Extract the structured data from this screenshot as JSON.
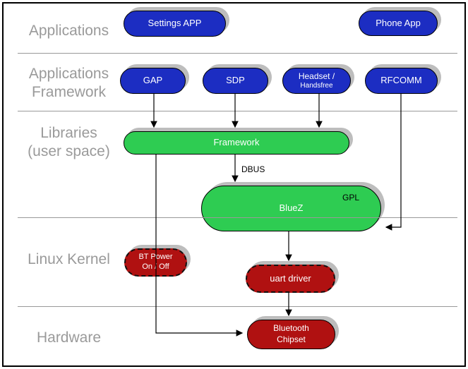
{
  "diagram": {
    "title": "Bluetooth software stack layer diagram",
    "layers": [
      {
        "name": "applications",
        "lines": [
          "Applications"
        ]
      },
      {
        "name": "applications-framework",
        "lines": [
          "Applications",
          "Framework"
        ]
      },
      {
        "name": "libraries-user-space",
        "lines": [
          "Libraries",
          "(user space)"
        ]
      },
      {
        "name": "linux-kernel",
        "lines": [
          "Linux Kernel"
        ]
      },
      {
        "name": "hardware",
        "lines": [
          "Hardware"
        ]
      }
    ],
    "nodes": {
      "settings_app": {
        "label": "Settings APP"
      },
      "phone_app": {
        "label": "Phone App"
      },
      "gap": {
        "label": "GAP"
      },
      "sdp": {
        "label": "SDP"
      },
      "headset": {
        "line1": "Headset /",
        "line2": "Handsfree"
      },
      "rfcomm": {
        "label": "RFCOMM"
      },
      "framework": {
        "label": "Framework"
      },
      "bluez": {
        "label": "BlueZ",
        "badge": "GPL"
      },
      "bt_power": {
        "line1": "BT Power",
        "line2": "On / Off"
      },
      "uart_driver": {
        "label": "uart driver"
      },
      "bluetooth_chipset": {
        "line1": "Bluetooth",
        "line2": "Chipset"
      }
    },
    "edge_labels": {
      "dbus": "DBUS"
    },
    "colors": {
      "application_blue": "#1c2dc2",
      "userspace_green": "#2ecc52",
      "kernel_red": "#b01111",
      "shadow_gray": "#bdbdbd",
      "divider_gray": "#999999",
      "label_gray": "#9a9a9a"
    }
  }
}
